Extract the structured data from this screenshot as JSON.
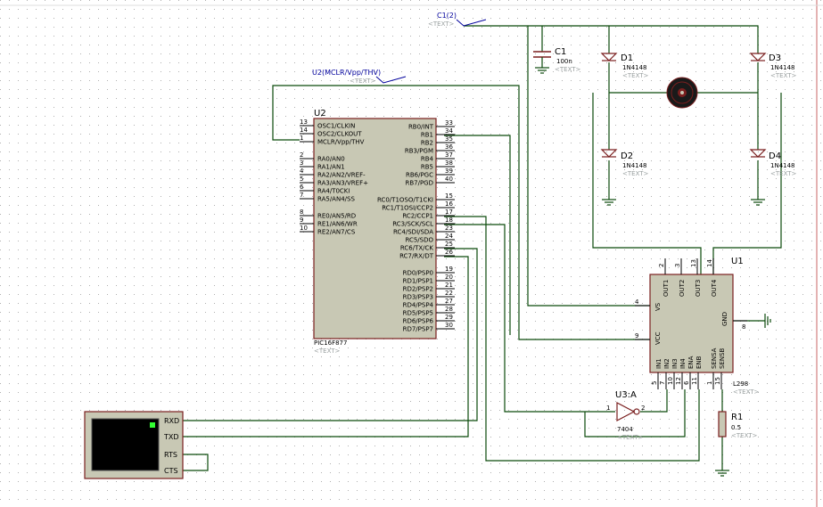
{
  "colors": {
    "wire": "#0b4a0b",
    "body_fill": "#c8c8b4",
    "body_border": "#7a1f1f",
    "grid_dot": "#b0b0b0",
    "probe_text": "#00009c",
    "placeholder_text": "#9aa0a0"
  },
  "probes": {
    "c1": "C1(2)",
    "u2": "U2(MCLR/Vpp/THV)"
  },
  "placeholder": "<TEXT>",
  "u2": {
    "ref": "U2",
    "part": "PIC16F877",
    "left_pins": [
      {
        "num": "13",
        "name": "OSC1/CLKIN"
      },
      {
        "num": "14",
        "name": "OSC2/CLKOUT"
      },
      {
        "num": "1",
        "name": "MCLR/Vpp/THV"
      },
      {
        "num": "2",
        "name": "RA0/AN0"
      },
      {
        "num": "3",
        "name": "RA1/AN1"
      },
      {
        "num": "4",
        "name": "RA2/AN2/VREF-"
      },
      {
        "num": "5",
        "name": "RA3/AN3/VREF+"
      },
      {
        "num": "6",
        "name": "RA4/T0CKI"
      },
      {
        "num": "7",
        "name": "RA5/AN4/SS"
      },
      {
        "num": "8",
        "name": "RE0/AN5/RD"
      },
      {
        "num": "9",
        "name": "RE1/AN6/WR"
      },
      {
        "num": "10",
        "name": "RE2/AN7/CS"
      }
    ],
    "right_pins": [
      {
        "num": "33",
        "name": "RB0/INT"
      },
      {
        "num": "34",
        "name": "RB1"
      },
      {
        "num": "35",
        "name": "RB2"
      },
      {
        "num": "36",
        "name": "RB3/PGM"
      },
      {
        "num": "37",
        "name": "RB4"
      },
      {
        "num": "38",
        "name": "RB5"
      },
      {
        "num": "39",
        "name": "RB6/PGC"
      },
      {
        "num": "40",
        "name": "RB7/PGD"
      },
      {
        "num": "15",
        "name": "RC0/T1OSO/T1CKI"
      },
      {
        "num": "16",
        "name": "RC1/T1OSI/CCP2"
      },
      {
        "num": "17",
        "name": "RC2/CCP1"
      },
      {
        "num": "18",
        "name": "RC3/SCK/SCL"
      },
      {
        "num": "23",
        "name": "RC4/SDI/SDA"
      },
      {
        "num": "24",
        "name": "RC5/SDO"
      },
      {
        "num": "25",
        "name": "RC6/TX/CK"
      },
      {
        "num": "26",
        "name": "RC7/RX/DT"
      },
      {
        "num": "19",
        "name": "RD0/PSP0"
      },
      {
        "num": "20",
        "name": "RD1/PSP1"
      },
      {
        "num": "21",
        "name": "RD2/PSP2"
      },
      {
        "num": "22",
        "name": "RD3/PSP3"
      },
      {
        "num": "27",
        "name": "RD4/PSP4"
      },
      {
        "num": "28",
        "name": "RD5/PSP5"
      },
      {
        "num": "29",
        "name": "RD6/PSP6"
      },
      {
        "num": "30",
        "name": "RD7/PSP7"
      }
    ]
  },
  "u1": {
    "ref": "U1",
    "part": "L298",
    "top_pins": [
      {
        "num": "2",
        "name": "OUT1"
      },
      {
        "num": "3",
        "name": "OUT2"
      },
      {
        "num": "13",
        "name": "OUT3"
      },
      {
        "num": "14",
        "name": "OUT4"
      }
    ],
    "bottom_pins": [
      {
        "num": "5",
        "name": "IN1"
      },
      {
        "num": "7",
        "name": "IN2"
      },
      {
        "num": "10",
        "name": "IN3"
      },
      {
        "num": "12",
        "name": "IN4"
      },
      {
        "num": "6",
        "name": "ENA"
      },
      {
        "num": "11",
        "name": "ENB"
      },
      {
        "num": "1",
        "name": "SENSA"
      },
      {
        "num": "15",
        "name": "SENSB"
      }
    ],
    "left_pins": [
      {
        "num": "4",
        "name": "VS"
      },
      {
        "num": "9",
        "name": "VCC"
      }
    ],
    "right_pins": [
      {
        "num": "8",
        "name": "GND"
      }
    ]
  },
  "u3": {
    "ref": "U3:A",
    "part": "7404",
    "in_pin": "1",
    "out_pin": "2"
  },
  "c1": {
    "ref": "C1",
    "value": "100n"
  },
  "r1": {
    "ref": "R1",
    "value": "0.5"
  },
  "diodes": [
    {
      "ref": "D1",
      "part": "1N4148"
    },
    {
      "ref": "D2",
      "part": "1N4148"
    },
    {
      "ref": "D3",
      "part": "1N4148"
    },
    {
      "ref": "D4",
      "part": "1N4148"
    }
  ],
  "terminal": {
    "pins": [
      "RXD",
      "TXD",
      "RTS",
      "CTS"
    ]
  }
}
